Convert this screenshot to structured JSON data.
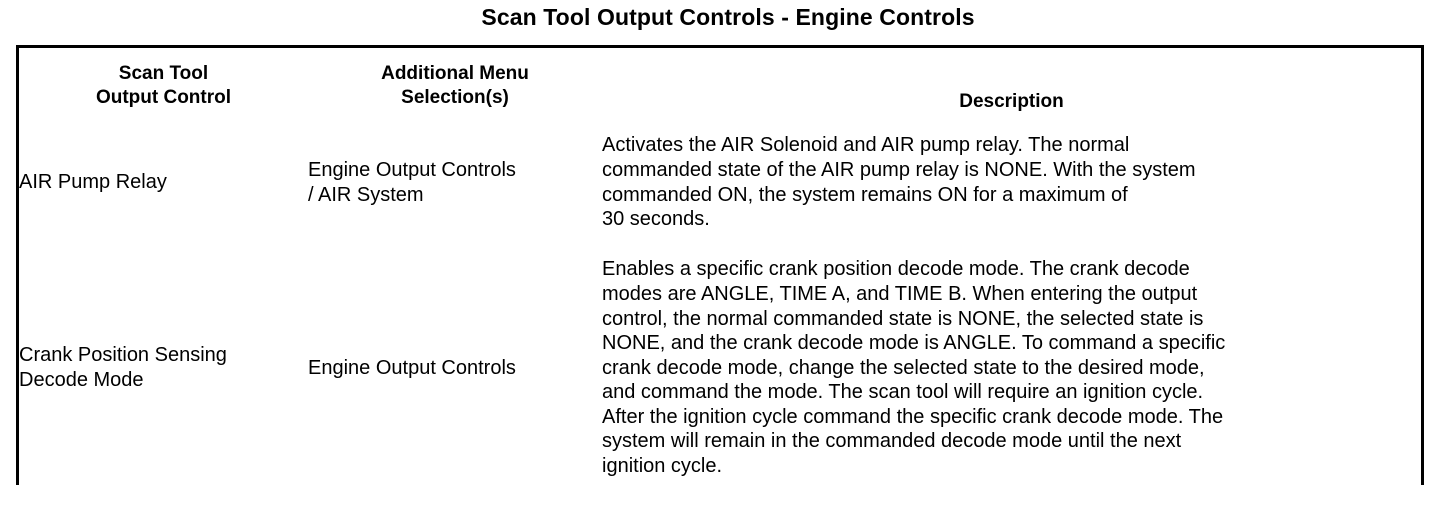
{
  "document": {
    "title": "Scan Tool Output Controls - Engine Controls"
  },
  "table": {
    "headers": {
      "col1": {
        "line1": "Scan Tool",
        "line2": "Output Control"
      },
      "col2": {
        "line1": "Additional Menu",
        "line2": "Selection(s)"
      },
      "col3": {
        "line1": "Description"
      }
    },
    "rows": [
      {
        "output_control": {
          "line1": "AIR Pump Relay"
        },
        "menu_selection": {
          "line1": "Engine Output Controls",
          "line2": "/ AIR System"
        },
        "description": {
          "line1": "Activates the AIR Solenoid and AIR pump relay. The normal",
          "line2": "commanded state of the AIR pump relay is NONE. With the system",
          "line3": "commanded ON, the system remains ON for a maximum of",
          "line4": "30 seconds."
        }
      },
      {
        "output_control": {
          "line1": "Crank Position Sensing",
          "line2": "Decode Mode"
        },
        "menu_selection": {
          "line1": "Engine Output Controls"
        },
        "description": {
          "line1": "Enables a specific crank position decode mode. The crank decode",
          "line2": "modes are ANGLE, TIME A, and TIME B. When entering the output",
          "line3": "control, the normal commanded state is NONE, the selected state is",
          "line4": "NONE, and the crank decode mode is ANGLE. To command a specific",
          "line5": "crank decode mode, change the selected state to the desired mode,",
          "line6": "and command the mode. The scan tool will require an ignition cycle.",
          "line7": "After the ignition cycle command the specific crank decode mode. The",
          "line8": "system will remain in the commanded decode mode until the next",
          "line9": "ignition cycle."
        }
      }
    ]
  }
}
